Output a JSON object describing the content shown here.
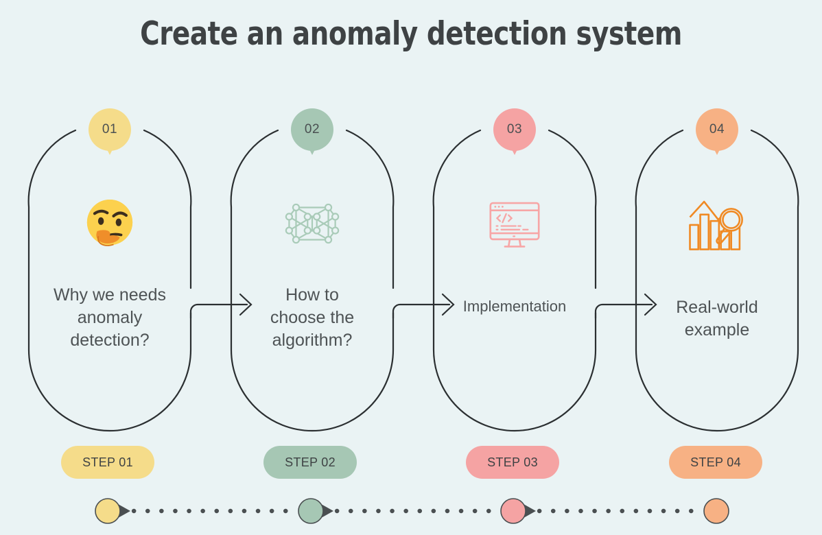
{
  "page": {
    "title": "Create an anomaly detection system",
    "background_color": "#EAF3F4",
    "text_color": "#4E5355",
    "outline_color": "#2B2F31"
  },
  "steps": [
    {
      "number": "01",
      "caption": "Why we needs anomaly detection?",
      "caption_lines": [
        "Why we needs",
        "anomaly",
        "detection?"
      ],
      "pill_label": "STEP 01",
      "color": "#F5DC8A",
      "icon": "thinking-face-emoji-icon"
    },
    {
      "number": "02",
      "caption": "How to choose the algorithm?",
      "caption_lines": [
        "How to",
        "choose the",
        "algorithm?"
      ],
      "pill_label": "STEP 02",
      "color": "#A6C7B4",
      "icon": "neural-network-icon"
    },
    {
      "number": "03",
      "caption": "Implementation",
      "caption_lines": [
        "Implementation"
      ],
      "pill_label": "STEP 03",
      "color": "#F5A3A3",
      "icon": "code-monitor-icon"
    },
    {
      "number": "04",
      "caption": "Real-world example",
      "caption_lines": [
        "Real-world",
        "example"
      ],
      "pill_label": "STEP 04",
      "color": "#F7B184",
      "icon": "bar-chart-magnifier-icon"
    }
  ],
  "timeline": {
    "marker_colors": [
      "#F5DC8A",
      "#A6C7B4",
      "#F5A3A3",
      "#F7B184"
    ],
    "connector_color": "#4A4F51",
    "connector_style": "dotted-with-triangle-arrowheads"
  }
}
